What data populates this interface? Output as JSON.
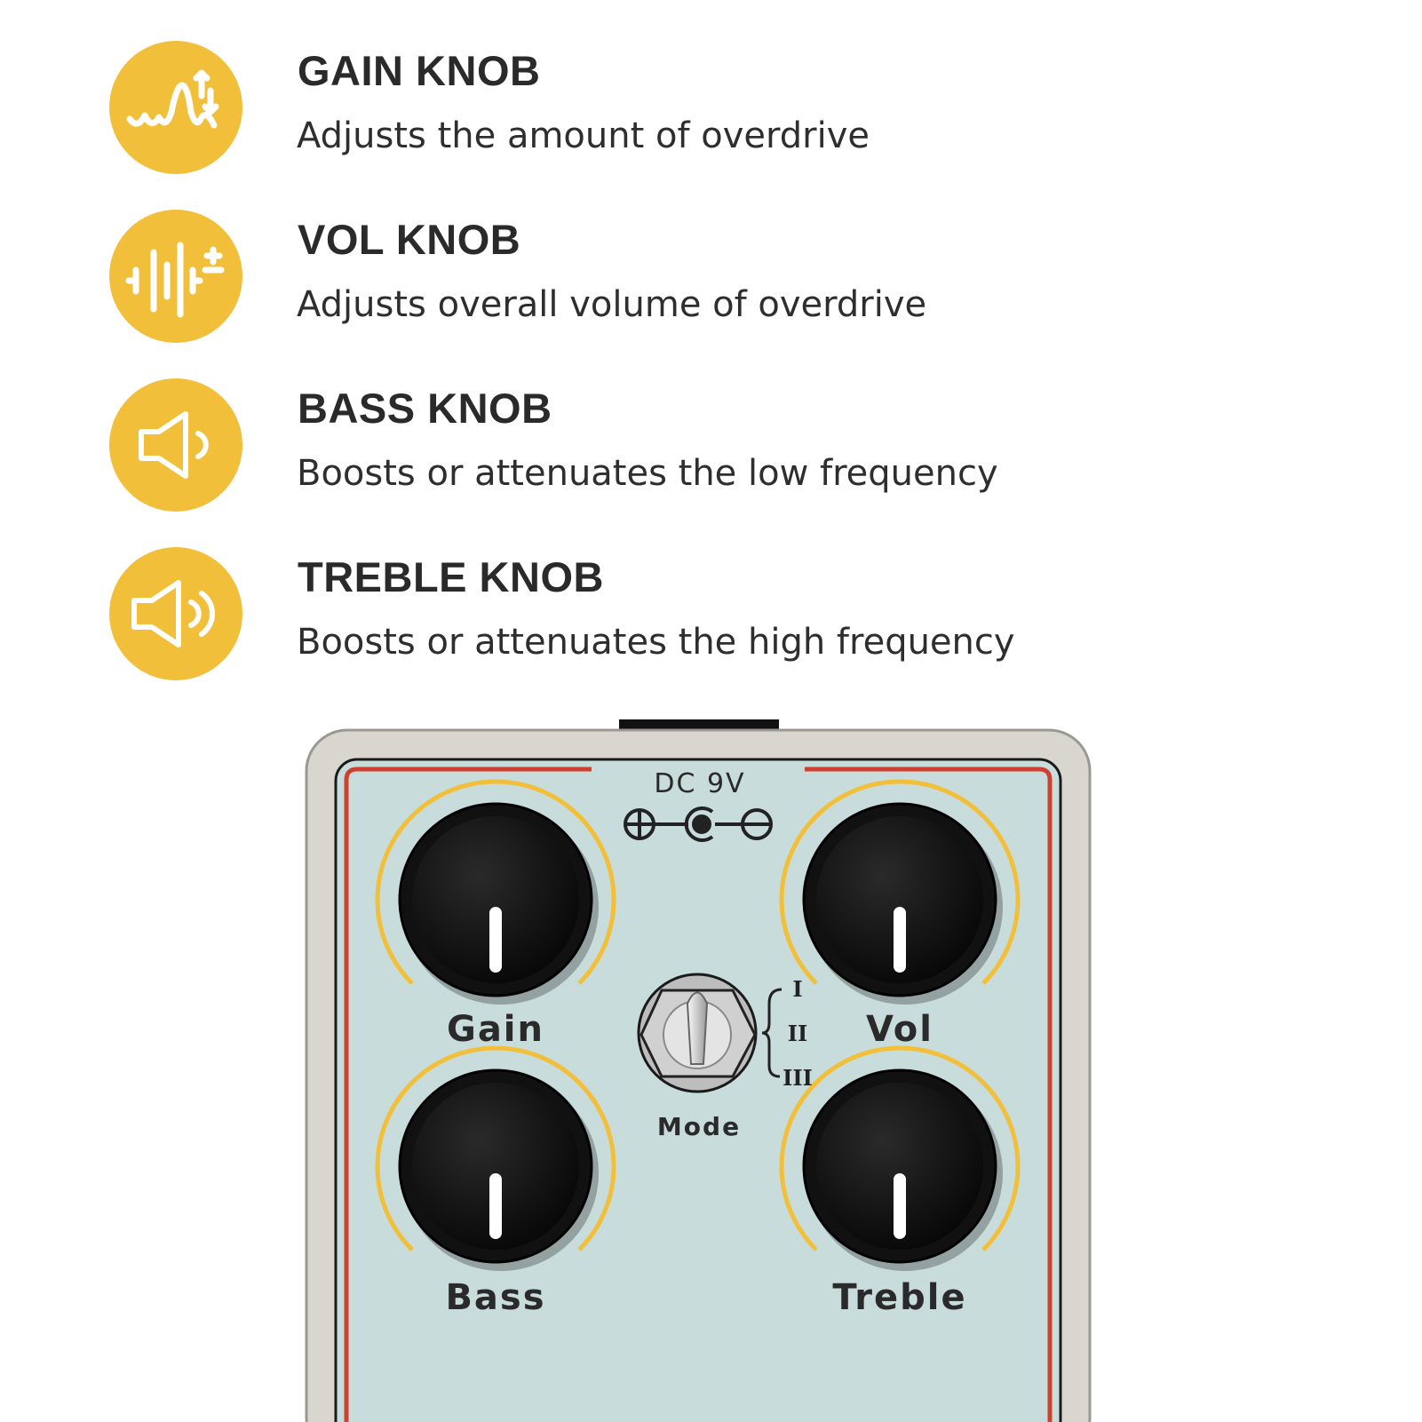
{
  "features": [
    {
      "title": "GAIN KNOB",
      "description": "Adjusts the amount of overdrive",
      "icon": "waveform-adjust-icon"
    },
    {
      "title": "VOL KNOB",
      "description": "Adjusts overall volume of overdrive",
      "icon": "volume-bars-plus-minus-icon"
    },
    {
      "title": "BASS KNOB",
      "description": "Boosts or attenuates the low frequency",
      "icon": "speaker-low-icon"
    },
    {
      "title": "TREBLE KNOB",
      "description": "Boosts or attenuates the high frequency",
      "icon": "speaker-high-icon"
    }
  ],
  "pedal": {
    "power_label": "DC 9V",
    "knobs": [
      "Gain",
      "Vol",
      "Bass",
      "Treble"
    ],
    "mode_label": "Mode",
    "mode_positions": [
      "I",
      "II",
      "III"
    ]
  },
  "colors": {
    "accent": "#F2BF3A",
    "panel": "#c8dcdb",
    "trim": "#d0402e"
  }
}
